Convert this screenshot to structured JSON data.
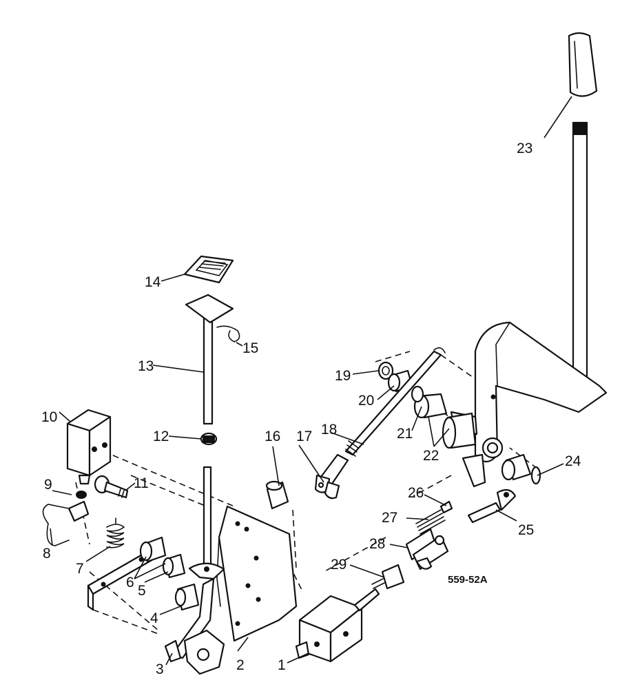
{
  "diagram": {
    "figure_code": "559-52A",
    "callouts": {
      "c1": "1",
      "c2": "2",
      "c3": "3",
      "c4": "4",
      "c5": "5",
      "c6": "6",
      "c7": "7",
      "c8": "8",
      "c9": "9",
      "c10": "10",
      "c11": "11",
      "c12": "12",
      "c13": "13",
      "c14": "14",
      "c15": "15",
      "c16": "16",
      "c17": "17",
      "c18": "18",
      "c19": "19",
      "c20": "20",
      "c21": "21",
      "c22": "22",
      "c23": "23",
      "c24": "24",
      "c25": "25",
      "c26": "26",
      "c27": "27",
      "c28": "28",
      "c29": "29"
    }
  }
}
